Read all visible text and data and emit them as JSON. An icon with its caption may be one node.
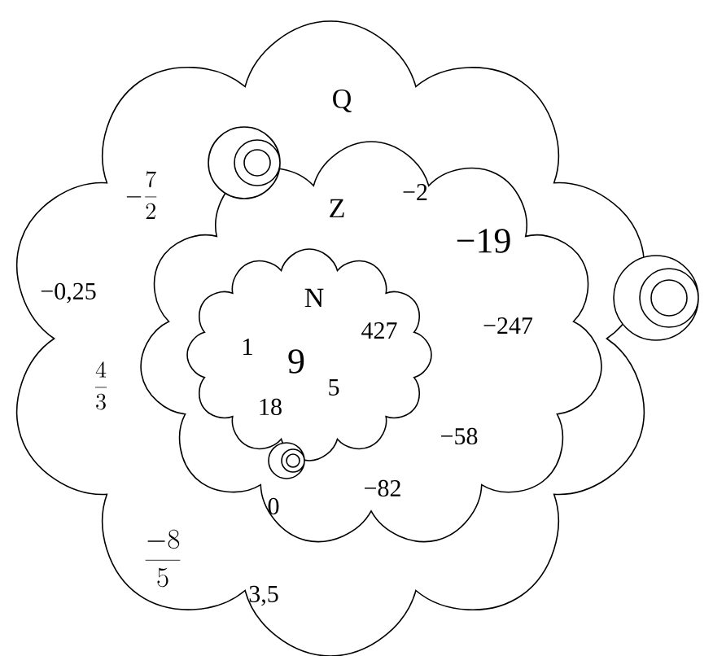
{
  "diagram": {
    "nodes": [
      {
        "text": [
          "Q"
        ]
      },
      {
        "text": [
          "Z"
        ],
        "in": 0
      },
      {
        "text": [
          "N"
        ],
        "in": 1
      }
    ],
    "labels": [
      "-\\frac{7}{2}",
      "−0,25",
      "\\frac{4}{3}",
      "\\frac{-8}{5}",
      "3,5",
      "−2",
      "−19",
      "−247",
      "427",
      "1",
      "9",
      "5",
      "18",
      "−58",
      "−82",
      "0"
    ]
  }
}
